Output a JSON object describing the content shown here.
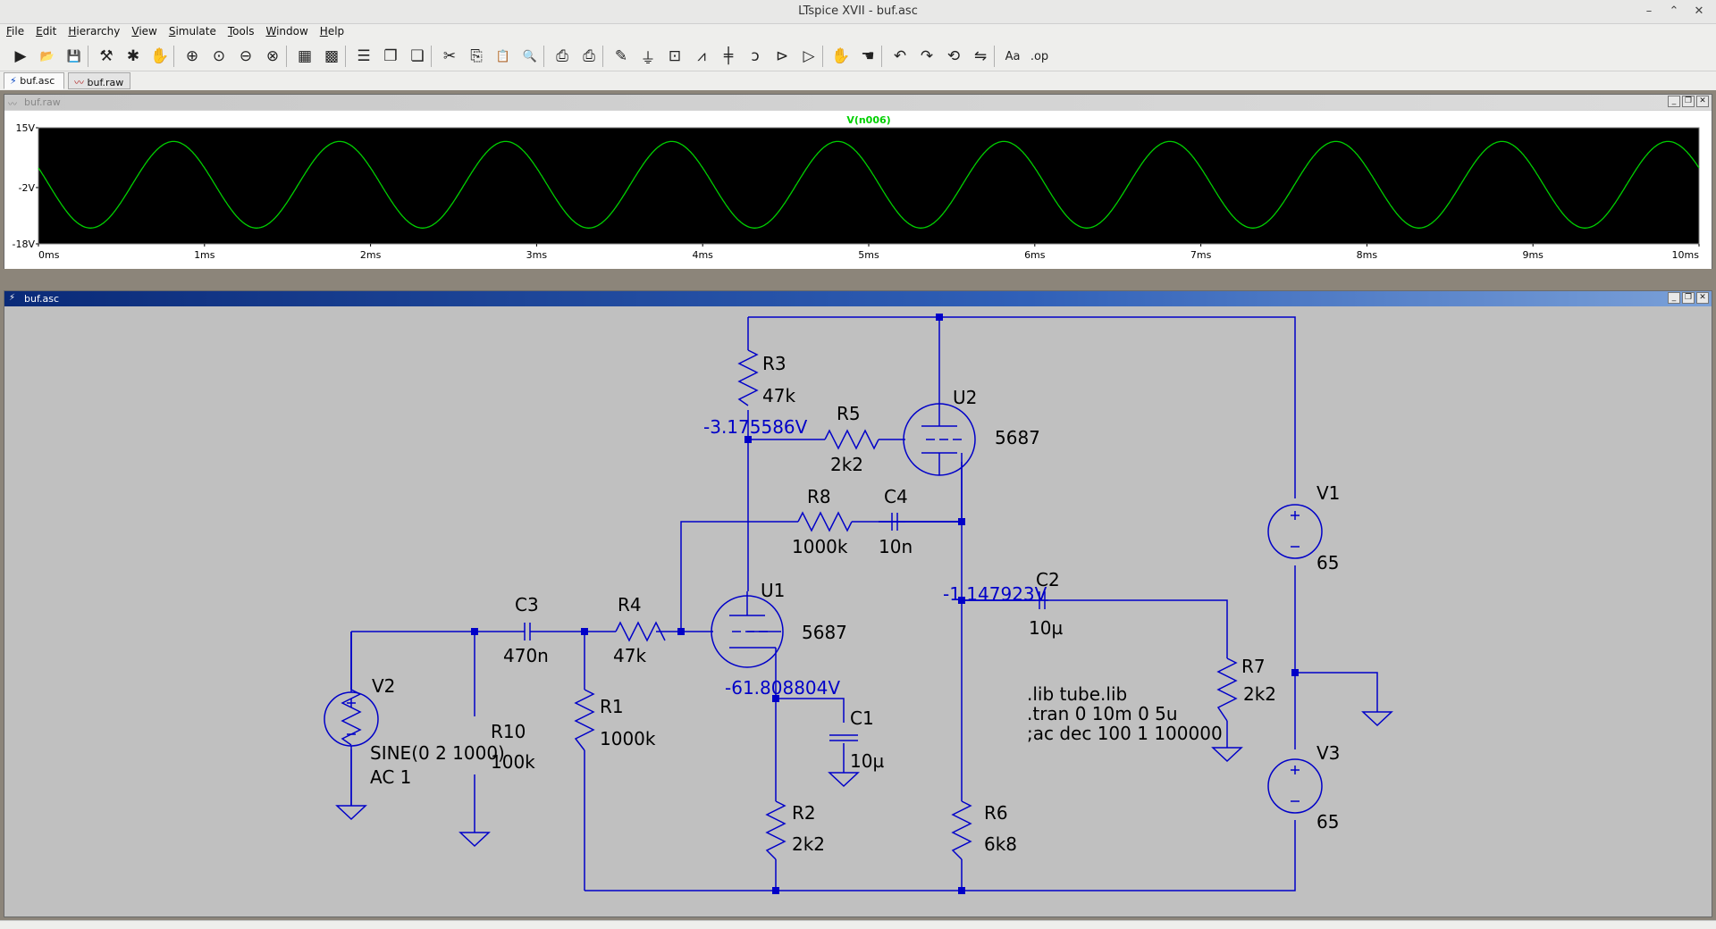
{
  "window": {
    "title": "LTspice XVII - buf.asc"
  },
  "menu": [
    "File",
    "Edit",
    "Hierarchy",
    "View",
    "Simulate",
    "Tools",
    "Window",
    "Help"
  ],
  "toolbar": [
    {
      "name": "run-icon",
      "glyph": "▶"
    },
    {
      "name": "open-icon",
      "glyph": "📂"
    },
    {
      "name": "save-icon",
      "glyph": "💾"
    },
    {
      "name": "control-panel-icon",
      "glyph": "⚒"
    },
    {
      "name": "run-halt-icon",
      "glyph": "✱"
    },
    {
      "name": "halt-icon",
      "glyph": "✋"
    },
    {
      "name": "zoom-in-icon",
      "glyph": "⊕"
    },
    {
      "name": "pan-icon",
      "glyph": "⊙"
    },
    {
      "name": "zoom-out-icon",
      "glyph": "⊖"
    },
    {
      "name": "zoom-fit-icon",
      "glyph": "⊗"
    },
    {
      "name": "autorange-icon",
      "glyph": "▦"
    },
    {
      "name": "grid-icon",
      "glyph": "▩"
    },
    {
      "name": "tile-horizontal-icon",
      "glyph": "☰"
    },
    {
      "name": "cascade-icon",
      "glyph": "❐"
    },
    {
      "name": "tile-vertical-icon",
      "glyph": "❏"
    },
    {
      "name": "cut-icon",
      "glyph": "✂"
    },
    {
      "name": "copy-icon",
      "glyph": "⎘"
    },
    {
      "name": "paste-icon",
      "glyph": "📋"
    },
    {
      "name": "find-icon",
      "glyph": "🔍"
    },
    {
      "name": "print-icon",
      "glyph": "⎙"
    },
    {
      "name": "print-setup-icon",
      "glyph": "⎙"
    },
    {
      "name": "draw-wire-icon",
      "glyph": "✎"
    },
    {
      "name": "ground-icon",
      "glyph": "⏚"
    },
    {
      "name": "label-net-icon",
      "glyph": "⊡"
    },
    {
      "name": "resistor-icon",
      "glyph": "⩘"
    },
    {
      "name": "capacitor-icon",
      "glyph": "╪"
    },
    {
      "name": "inductor-icon",
      "glyph": "ↄ"
    },
    {
      "name": "diode-icon",
      "glyph": "⊳"
    },
    {
      "name": "component-icon",
      "glyph": "▷"
    },
    {
      "name": "move-icon",
      "glyph": "✋"
    },
    {
      "name": "drag-icon",
      "glyph": "☚"
    },
    {
      "name": "undo-icon",
      "glyph": "↶"
    },
    {
      "name": "redo-icon",
      "glyph": "↷"
    },
    {
      "name": "rotate-icon",
      "glyph": "⟲"
    },
    {
      "name": "mirror-icon",
      "glyph": "⇋"
    },
    {
      "name": "text-icon",
      "glyph": "Aa"
    },
    {
      "name": "spice-directive-icon",
      "glyph": ".op"
    }
  ],
  "tabs": [
    {
      "label": "buf.asc",
      "icon": "schematic-icon",
      "active": true
    },
    {
      "label": "buf.raw",
      "icon": "waveform-icon",
      "active": false
    }
  ],
  "waveform": {
    "window_title": "buf.raw",
    "trace": "V(n006)",
    "trace_color": "#00d000",
    "y_ticks": [
      "15V",
      "-2V",
      "-18V"
    ],
    "x_ticks": [
      "0ms",
      "1ms",
      "2ms",
      "3ms",
      "4ms",
      "5ms",
      "6ms",
      "7ms",
      "8ms",
      "9ms",
      "10ms"
    ],
    "ylim": [
      -18,
      15
    ],
    "xlim_ms": [
      0,
      10
    ],
    "offset_v": -1.2,
    "amplitude_v": 12.3,
    "freq_hz": 1000
  },
  "schematic": {
    "window_title": "buf.asc",
    "wire_color": "#0000c8",
    "components": [
      {
        "ref": "R3",
        "value": "47k"
      },
      {
        "ref": "R5",
        "value": "2k2"
      },
      {
        "ref": "U2",
        "value": "5687"
      },
      {
        "ref": "R8",
        "value": "1000k"
      },
      {
        "ref": "C4",
        "value": "10n"
      },
      {
        "ref": "V1",
        "value": "65"
      },
      {
        "ref": "C2",
        "value": "10µ"
      },
      {
        "ref": "C3",
        "value": "470n"
      },
      {
        "ref": "R4",
        "value": "47k"
      },
      {
        "ref": "U1",
        "value": "5687"
      },
      {
        "ref": "R7",
        "value": "2k2"
      },
      {
        "ref": "V2",
        "value": "SINE(0 2 1000)",
        "value2": "AC 1"
      },
      {
        "ref": "R10",
        "value": "100k"
      },
      {
        "ref": "R1",
        "value": "1000k"
      },
      {
        "ref": "C1",
        "value": "10µ"
      },
      {
        "ref": "V3",
        "value": "65"
      },
      {
        "ref": "R2",
        "value": "2k2"
      },
      {
        "ref": "R6",
        "value": "6k8"
      }
    ],
    "node_voltages": [
      "-3.175586V",
      "-1.147923V",
      "-61.808804V"
    ],
    "directives": [
      ".lib tube.lib",
      ".tran 0 10m 0 5u",
      ";ac dec 100 1 100000"
    ]
  }
}
